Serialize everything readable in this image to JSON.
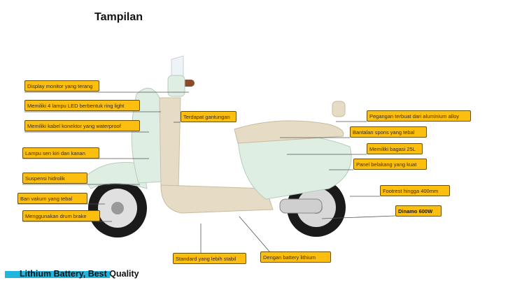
{
  "title": "Tampilan",
  "labels": {
    "display": "Display monitor yang terang",
    "led": "Memiliki 4 lampu LED berbentuk ring light",
    "kabel": "Memiliki kabel konektor yang waterproof",
    "sen": "Lampu sen kiri dan kanan",
    "suspensi": "Suspensi hidrolik",
    "ban": "Ban vakum yang tebal",
    "drum": "Menggunakan drum brake",
    "gantungan": "Terdapat gantungan",
    "pegangan": "Pegangan terbuat dari aluminium alloy",
    "bantalan": "Bantalan spons yang tebal",
    "bagasi": "Memiliki bagasi 25L",
    "panel": "Panel belakang yang kuat",
    "footrest": "Footrest hingga 400mm",
    "dinamo": "Dinamo 600W",
    "standard": "Standard yang lebih stabil",
    "battery": "Dengan battery lithium"
  },
  "footer": "Lithium Battery, Best Quality",
  "colors": {
    "label": "#fdbf0f",
    "accent": "#1fb5dc",
    "body": "#dfeee3",
    "seat": "#e6dcc6"
  }
}
